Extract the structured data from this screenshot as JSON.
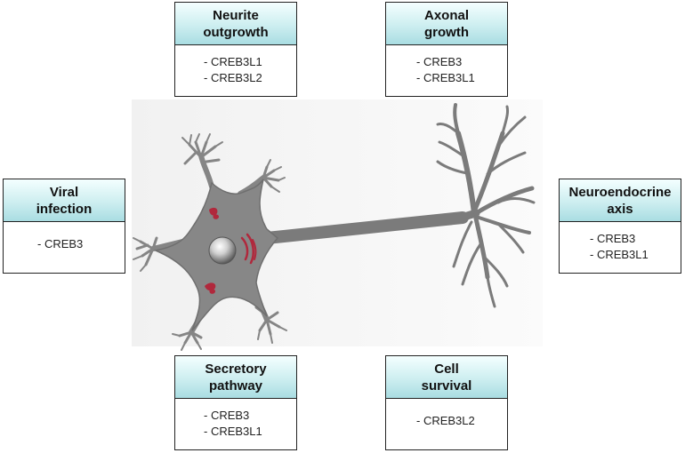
{
  "boxes": {
    "neurite": {
      "title_lines": [
        "Neurite",
        "outgrowth"
      ],
      "items": [
        "- CREB3L1",
        "- CREB3L2"
      ]
    },
    "axonal": {
      "title_lines": [
        "Axonal",
        "growth"
      ],
      "items": [
        "- CREB3",
        "- CREB3L1"
      ]
    },
    "viral": {
      "title_lines": [
        "Viral",
        "infection"
      ],
      "items": [
        "- CREB3"
      ]
    },
    "neuroendocrine": {
      "title_lines": [
        "Neuroendocrine",
        "axis"
      ],
      "items": [
        "- CREB3",
        "- CREB3L1"
      ]
    },
    "secretory": {
      "title_lines": [
        "Secretory",
        "pathway"
      ],
      "items": [
        "- CREB3",
        "- CREB3L1"
      ]
    },
    "survival": {
      "title_lines": [
        "Cell",
        "survival"
      ],
      "items": [
        "- CREB3L2"
      ]
    }
  },
  "colors": {
    "neuron_fill": "#8a8a8a",
    "neuron_dark": "#6e6e6e",
    "organelle_red": "#b0283c",
    "header_teal": "#bfe7ea"
  }
}
